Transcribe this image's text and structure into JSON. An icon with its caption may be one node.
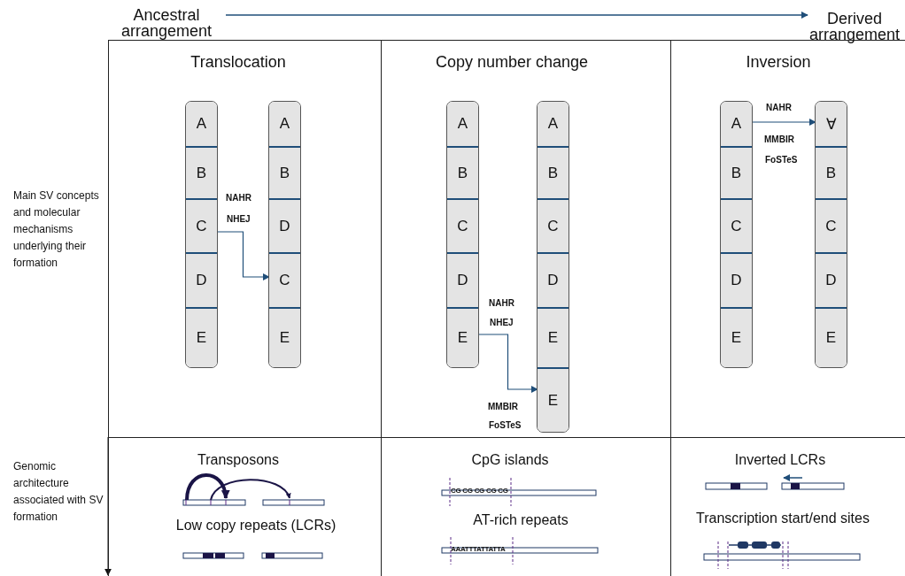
{
  "diagram": {
    "nodes": [
      {
        "text": [
          "Translocation"
        ]
      },
      {
        "text": [],
        "shape": "bar",
        "in": 0
      },
      {
        "text": [
          "A"
        ],
        "in": 1
      },
      {
        "text": [
          "B"
        ],
        "in": 1
      },
      {
        "text": [
          "C"
        ],
        "in": 1
      },
      {
        "text": [
          "D"
        ],
        "in": 1
      },
      {
        "text": [
          "E"
        ],
        "in": 1
      },
      {
        "text": [],
        "shape": "bar",
        "in": 0
      },
      {
        "text": [
          "A"
        ],
        "in": 7
      },
      {
        "text": [
          "B"
        ],
        "in": 7
      },
      {
        "text": [
          "D"
        ],
        "in": 7
      },
      {
        "text": [
          "C"
        ],
        "in": 7
      },
      {
        "text": [
          "E"
        ],
        "in": 7
      },
      {
        "text": [
          "Copy number change"
        ]
      },
      {
        "text": [],
        "shape": "bar",
        "in": 13
      },
      {
        "text": [
          "A"
        ],
        "in": 14
      },
      {
        "text": [
          "B"
        ],
        "in": 14
      },
      {
        "text": [
          "C"
        ],
        "in": 14
      },
      {
        "text": [
          "D"
        ],
        "in": 14
      },
      {
        "text": [
          "E"
        ],
        "in": 14
      },
      {
        "text": [],
        "shape": "bar",
        "in": 13
      },
      {
        "text": [
          "A"
        ],
        "in": 20
      },
      {
        "text": [
          "B"
        ],
        "in": 20
      },
      {
        "text": [
          "C"
        ],
        "in": 20
      },
      {
        "text": [
          "D"
        ],
        "in": 20
      },
      {
        "text": [
          "E"
        ],
        "in": 20
      },
      {
        "text": [
          "E"
        ],
        "in": 20
      },
      {
        "text": [
          "Inversion"
        ]
      },
      {
        "text": [],
        "shape": "bar",
        "in": 27
      },
      {
        "text": [
          "A"
        ],
        "in": 28
      },
      {
        "text": [
          "B"
        ],
        "in": 28
      },
      {
        "text": [
          "C"
        ],
        "in": 28
      },
      {
        "text": [
          "D"
        ],
        "in": 28
      },
      {
        "text": [
          "E"
        ],
        "in": 28
      },
      {
        "text": [],
        "shape": "bar",
        "in": 27
      },
      {
        "text": [
          "∀"
        ],
        "in": 34
      },
      {
        "text": [
          "B"
        ],
        "in": 34
      },
      {
        "text": [
          "C"
        ],
        "in": 34
      },
      {
        "text": [
          "D"
        ],
        "in": 34
      },
      {
        "text": [
          "E"
        ],
        "in": 34
      },
      {
        "text": [
          "Transposons",
          "Low copy repeats (LCRs)"
        ]
      },
      {
        "text": [
          "CpG islands",
          "AT-rich repeats"
        ]
      },
      {
        "text": [
          "Inverted LCRs",
          "Transcription start/end sites"
        ]
      }
    ],
    "edges": [
      {
        "from": 4,
        "to": 11,
        "arrow": "to"
      },
      {
        "from": 19,
        "to": 26,
        "arrow": "to"
      },
      {
        "from": 29,
        "to": 35,
        "arrow": "to"
      }
    ],
    "labels": [
      "Ancestral arrangement",
      "Derived arrangement",
      "Main SV concepts and molecular mechanisms underlying their formation",
      "NAHR",
      "NHEJ",
      "NAHR",
      "NHEJ",
      "MMBIR",
      "FoSTeS",
      "NAHR",
      "MMBIR",
      "FoSTeS",
      "Genomic architecture associated with SV formation",
      "CG CG CG CG CG",
      "AAATTTATTATTA"
    ]
  }
}
